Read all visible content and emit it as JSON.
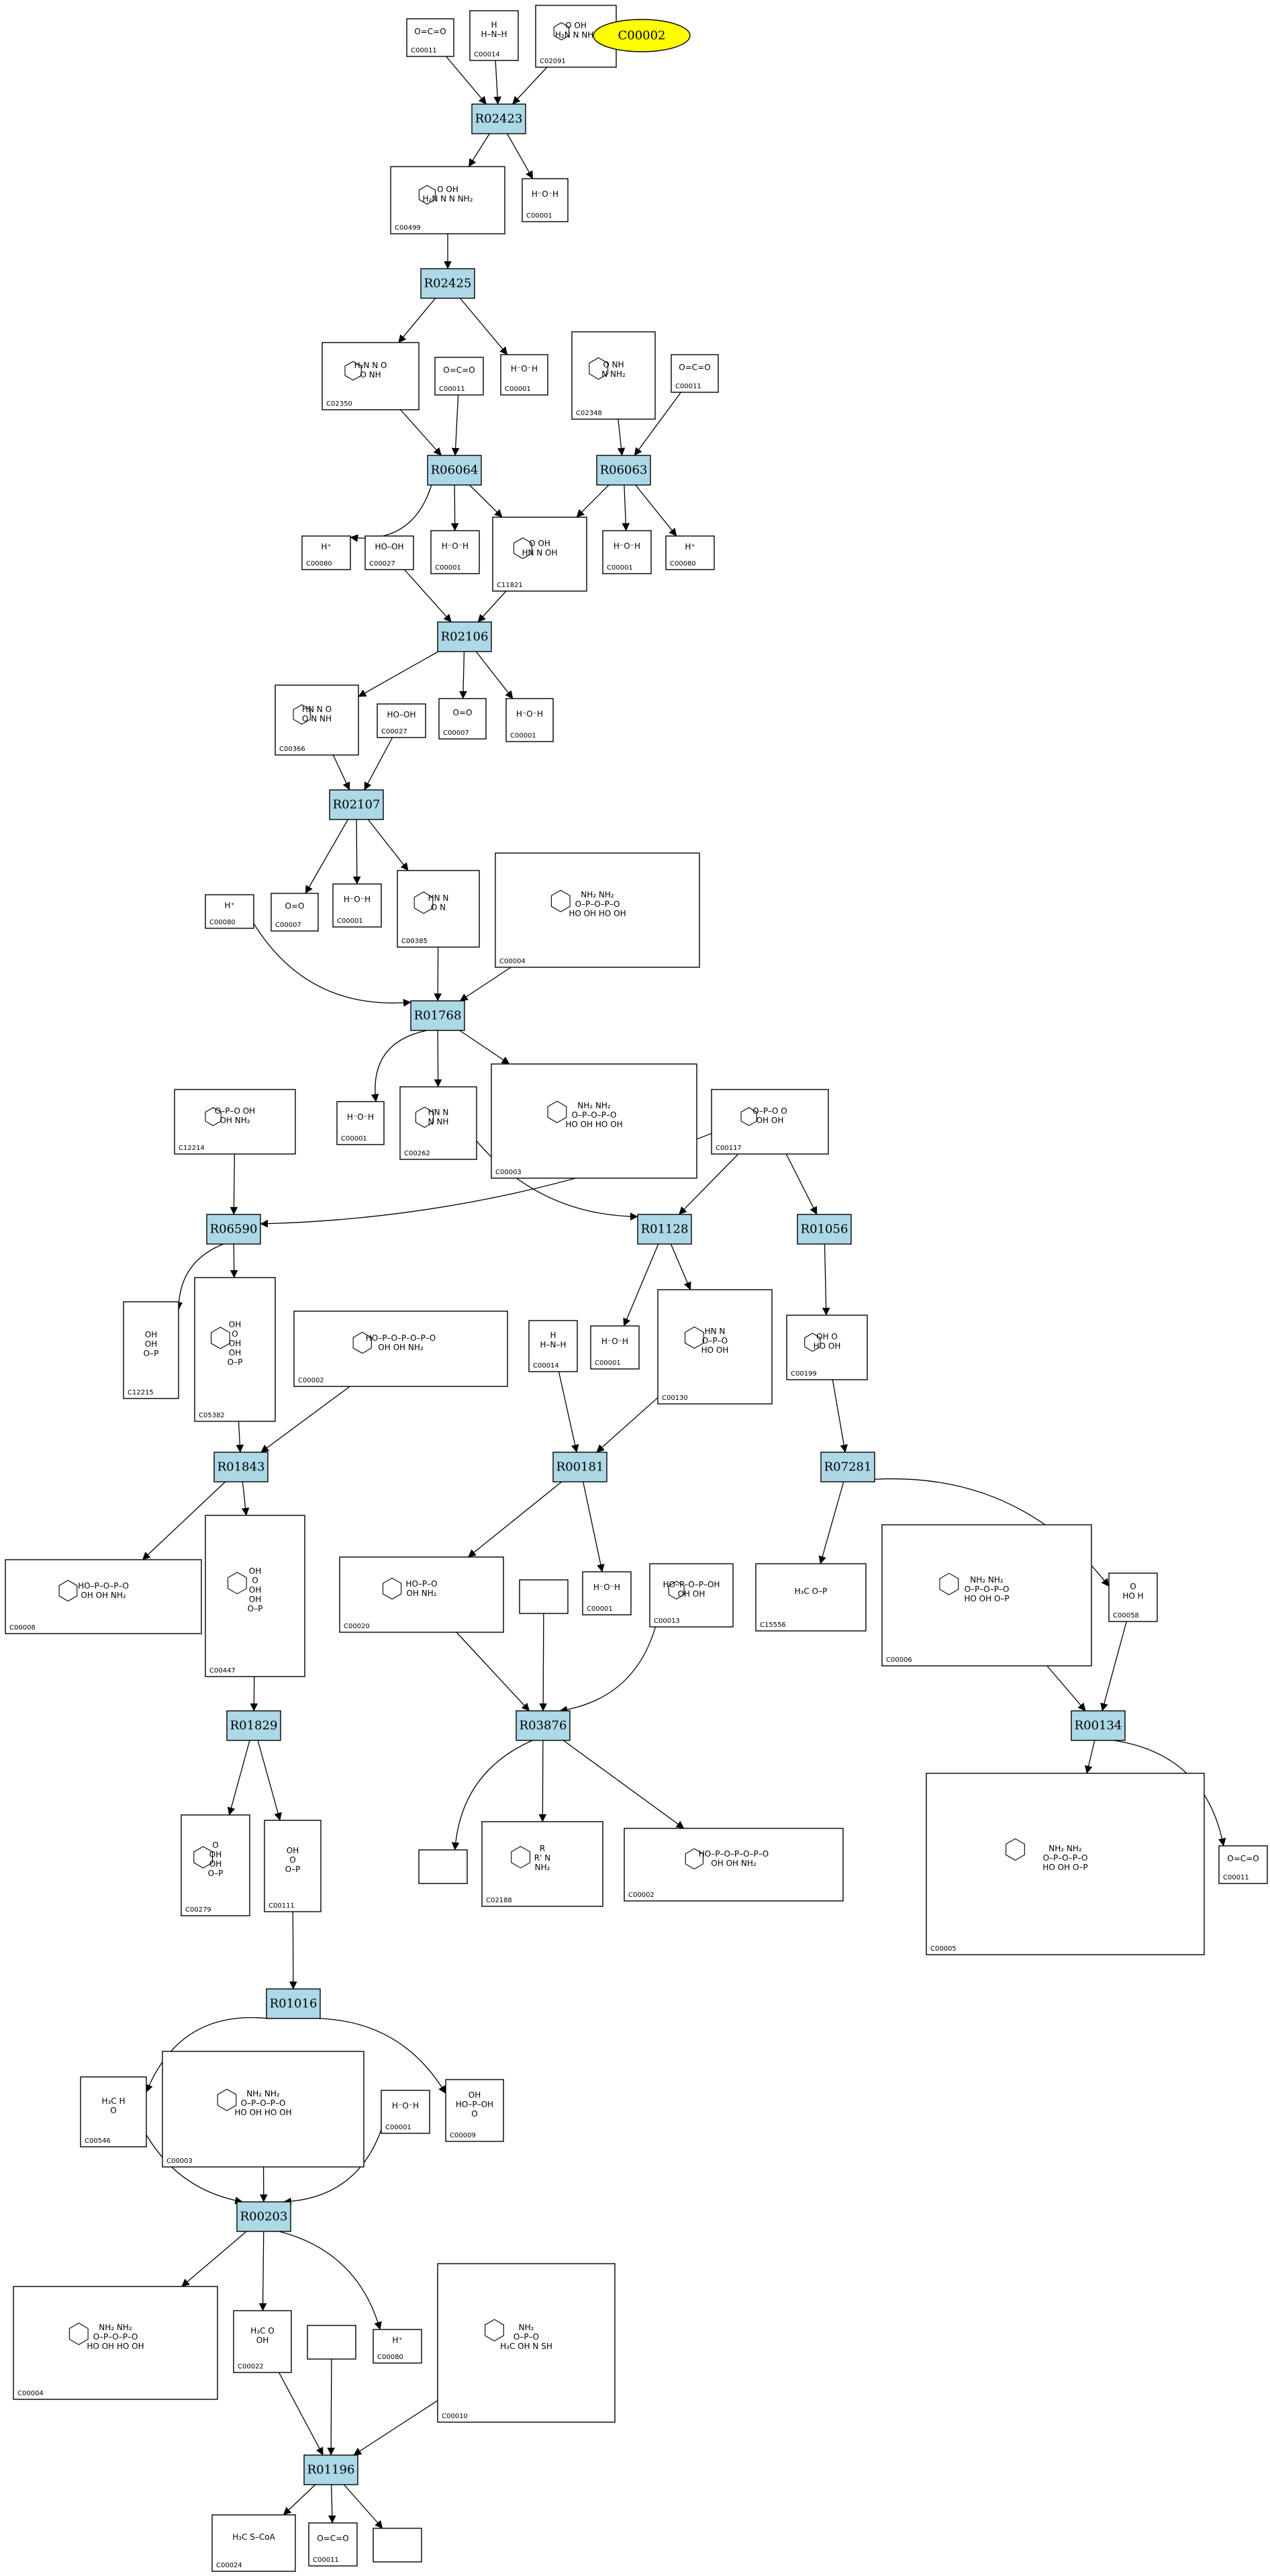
{
  "highlight": {
    "id": "C00002",
    "color": "#ffff00"
  },
  "colors": {
    "reaction_fill": "#add8e6",
    "compound_fill": "#ffffff",
    "stroke": "#000000"
  },
  "reactions": [
    "R02423",
    "R02425",
    "R06064",
    "R06063",
    "R02106",
    "R02107",
    "R01768",
    "R06590",
    "R01128",
    "R01056",
    "R01843",
    "R00181",
    "R07281",
    "R01829",
    "R03876",
    "R00134",
    "R01016",
    "R00203",
    "R01196"
  ],
  "compounds": [
    {
      "key": "c_a1",
      "id": "C00011",
      "structure": [
        "O=C=O"
      ]
    },
    {
      "key": "c_a2",
      "id": "C00014",
      "structure": [
        "H",
        "H–N–H"
      ]
    },
    {
      "key": "c_a3",
      "id": "C02091",
      "structure": [
        "O  OH",
        "H₂N  N  NH₂"
      ]
    },
    {
      "key": "c_b1",
      "id": "C00499",
      "structure": [
        "O  OH",
        "H₂N  N  N  NH₂"
      ]
    },
    {
      "key": "c_b2",
      "id": "C00001",
      "structure": [
        "H⁻O⁻H"
      ]
    },
    {
      "key": "c_c1",
      "id": "C02350",
      "structure": [
        "H₂N  N  O",
        "O  NH"
      ]
    },
    {
      "key": "c_c2",
      "id": "C00011",
      "structure": [
        "O=C=O"
      ]
    },
    {
      "key": "c_c3",
      "id": "C00001",
      "structure": [
        "H⁻O⁻H"
      ]
    },
    {
      "key": "c_c4",
      "id": "C02348",
      "structure": [
        "O  NH",
        "N  NH₂"
      ]
    },
    {
      "key": "c_c5",
      "id": "C00011",
      "structure": [
        "O=C=O"
      ]
    },
    {
      "key": "c_d1",
      "id": "C00080",
      "structure": [
        "H⁺"
      ]
    },
    {
      "key": "c_d2",
      "id": "C00027",
      "structure": [
        "HO–OH"
      ]
    },
    {
      "key": "c_d3",
      "id": "C00001",
      "structure": [
        "H⁻O⁻H"
      ]
    },
    {
      "key": "c_d4",
      "id": "C11821",
      "structure": [
        "O  OH",
        "HN  N  OH"
      ]
    },
    {
      "key": "c_d5",
      "id": "C00001",
      "structure": [
        "H⁻O⁻H"
      ]
    },
    {
      "key": "c_d6",
      "id": "C00080",
      "structure": [
        "H⁺"
      ]
    },
    {
      "key": "c_e1",
      "id": "C00366",
      "structure": [
        "HN  N  O",
        "O  N  NH"
      ]
    },
    {
      "key": "c_e2",
      "id": "C00027",
      "structure": [
        "HO–OH"
      ]
    },
    {
      "key": "c_e3",
      "id": "C00007",
      "structure": [
        "O=O"
      ]
    },
    {
      "key": "c_e4",
      "id": "C00001",
      "structure": [
        "H⁻O⁻H"
      ]
    },
    {
      "key": "c_f1",
      "id": "C00080",
      "structure": [
        "H⁺"
      ]
    },
    {
      "key": "c_f2",
      "id": "C00007",
      "structure": [
        "O=O"
      ]
    },
    {
      "key": "c_f3",
      "id": "C00001",
      "structure": [
        "H⁻O⁻H"
      ]
    },
    {
      "key": "c_f4",
      "id": "C00385",
      "structure": [
        "HN  N",
        "O  N"
      ]
    },
    {
      "key": "c_f5",
      "id": "C00004",
      "structure": [
        "NH₂  NH₂",
        "O–P–O–P–O",
        "HO  OH  HO  OH"
      ]
    },
    {
      "key": "c_g1",
      "id": "C12214",
      "structure": [
        "O–P–O  OH",
        "OH  NH₂"
      ]
    },
    {
      "key": "c_g2",
      "id": "C00001",
      "structure": [
        "H⁻O⁻H"
      ]
    },
    {
      "key": "c_g3",
      "id": "C00262",
      "structure": [
        "HN  N",
        "N  NH"
      ]
    },
    {
      "key": "c_g4",
      "id": "C00003",
      "structure": [
        "NH₂  NH₂",
        "O–P–O–P–O",
        "HO  OH  HO  OH"
      ]
    },
    {
      "key": "c_g5",
      "id": "C00117",
      "structure": [
        "O–P–O  O",
        "OH  OH"
      ]
    },
    {
      "key": "c_h1",
      "id": "C12215",
      "structure": [
        "OH",
        "OH",
        "O–P"
      ]
    },
    {
      "key": "c_h2",
      "id": "C05382",
      "structure": [
        "OH",
        "O",
        "OH",
        "OH",
        "O–P"
      ]
    },
    {
      "key": "c_h3",
      "id": "C00002",
      "structure": [
        "HO–P–O–P–O–P–O",
        "OH  OH  NH₂"
      ]
    },
    {
      "key": "c_h4",
      "id": "C00014",
      "structure": [
        "H",
        "H–N–H"
      ]
    },
    {
      "key": "c_h5",
      "id": "C00001",
      "structure": [
        "H⁻O⁻H"
      ]
    },
    {
      "key": "c_h6",
      "id": "C00130",
      "structure": [
        "HN  N",
        "O–P–O",
        "HO  OH"
      ]
    },
    {
      "key": "c_h7",
      "id": "C00199",
      "structure": [
        "OH  O",
        "HO  OH"
      ]
    },
    {
      "key": "c_i1",
      "id": "C00008",
      "structure": [
        "HO–P–O–P–O",
        "OH  OH  NH₂"
      ]
    },
    {
      "key": "c_i2",
      "id": "C00447",
      "structure": [
        "OH",
        "O",
        "OH",
        "OH",
        "O–P"
      ]
    },
    {
      "key": "c_i3",
      "id": "C00020",
      "structure": [
        "HO–P–O",
        "OH  NH₂"
      ]
    },
    {
      "key": "c_i4",
      "id": "",
      "structure": []
    },
    {
      "key": "c_i5",
      "id": "C00001",
      "structure": [
        "H⁻O⁻H"
      ]
    },
    {
      "key": "c_i6",
      "id": "C00013",
      "structure": [
        "HO–P–O–P–OH",
        "OH  OH"
      ]
    },
    {
      "key": "c_i7",
      "id": "C15556",
      "structure": [
        "H₃C  O–P"
      ]
    },
    {
      "key": "c_i8",
      "id": "C00006",
      "structure": [
        "NH₂  NH₂",
        "O–P–O–P–O",
        "HO  OH  O–P"
      ]
    },
    {
      "key": "c_i9",
      "id": "C00058",
      "structure": [
        "O",
        "HO  H"
      ]
    },
    {
      "key": "c_j1",
      "id": "C00279",
      "structure": [
        "O",
        "OH",
        "OH",
        "O–P"
      ]
    },
    {
      "key": "c_j2",
      "id": "C00111",
      "structure": [
        "OH",
        "O",
        "O–P"
      ]
    },
    {
      "key": "c_j3",
      "id": "",
      "structure": []
    },
    {
      "key": "c_j4",
      "id": "C02188",
      "structure": [
        "R",
        "R'  N",
        "NH₂"
      ]
    },
    {
      "key": "c_j5",
      "id": "C00002",
      "structure": [
        "HO–P–O–P–O–P–O",
        "OH  OH  NH₂"
      ]
    },
    {
      "key": "c_j6",
      "id": "C00005",
      "structure": [
        "NH₂  NH₂",
        "O–P–O–P–O",
        "HO  OH  O–P"
      ]
    },
    {
      "key": "c_j7",
      "id": "C00011",
      "structure": [
        "O=C=O"
      ]
    },
    {
      "key": "c_k1",
      "id": "C00546",
      "structure": [
        "H₃C  H",
        "O"
      ]
    },
    {
      "key": "c_k2",
      "id": "C00003",
      "structure": [
        "NH₂  NH₂",
        "O–P–O–P–O",
        "HO  OH  HO  OH"
      ]
    },
    {
      "key": "c_k3",
      "id": "C00001",
      "structure": [
        "H⁻O⁻H"
      ]
    },
    {
      "key": "c_k4",
      "id": "C00009",
      "structure": [
        "OH",
        "HO–P–OH",
        "O"
      ]
    },
    {
      "key": "c_l1",
      "id": "C00004",
      "structure": [
        "NH₂  NH₂",
        "O–P–O–P–O",
        "HO  OH  HO  OH"
      ]
    },
    {
      "key": "c_l2",
      "id": "C00022",
      "structure": [
        "H₃C  O",
        "OH"
      ]
    },
    {
      "key": "c_l3",
      "id": "",
      "structure": []
    },
    {
      "key": "c_l4",
      "id": "C00080",
      "structure": [
        "H⁺"
      ]
    },
    {
      "key": "c_l5",
      "id": "C00010",
      "structure": [
        "NH₂",
        "O–P–O",
        "H₃C  OH  N  SH"
      ]
    },
    {
      "key": "c_m1",
      "id": "C00024",
      "structure": [
        "H₃C  S–CoA"
      ]
    },
    {
      "key": "c_m2",
      "id": "C00011",
      "structure": [
        "O=C=O"
      ]
    },
    {
      "key": "c_m3",
      "id": "",
      "structure": []
    }
  ]
}
